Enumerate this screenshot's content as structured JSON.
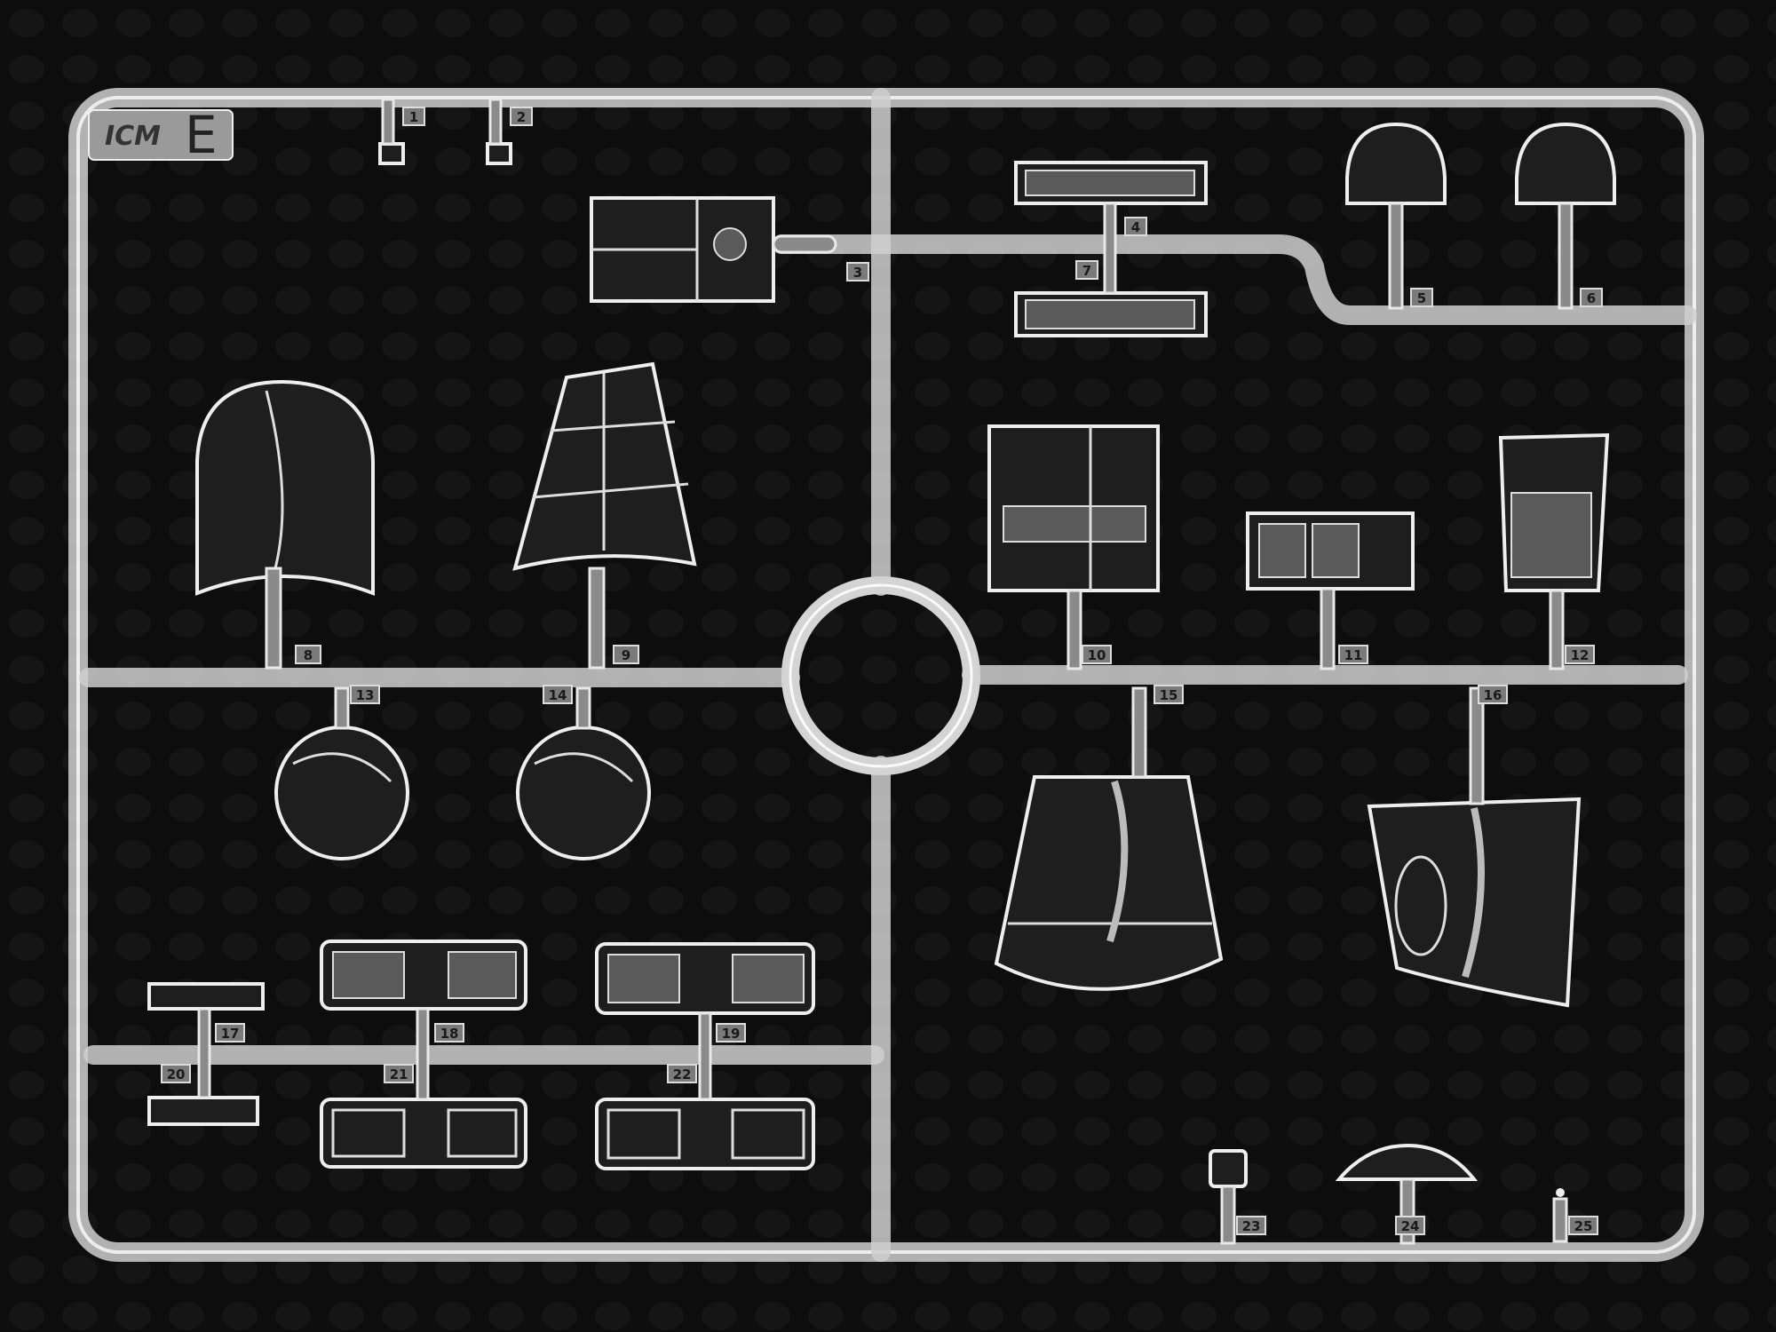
{
  "sprue": {
    "logo": "ICM",
    "letter": "E",
    "part_numbers": [
      "1",
      "2",
      "3",
      "4",
      "5",
      "6",
      "7",
      "8",
      "9",
      "10",
      "11",
      "12",
      "13",
      "14",
      "15",
      "16",
      "17",
      "18",
      "19",
      "20",
      "21",
      "22",
      "23",
      "24",
      "25"
    ]
  },
  "colors": {
    "background": "#0d0d0d",
    "plastic": "#e8e8e8"
  }
}
